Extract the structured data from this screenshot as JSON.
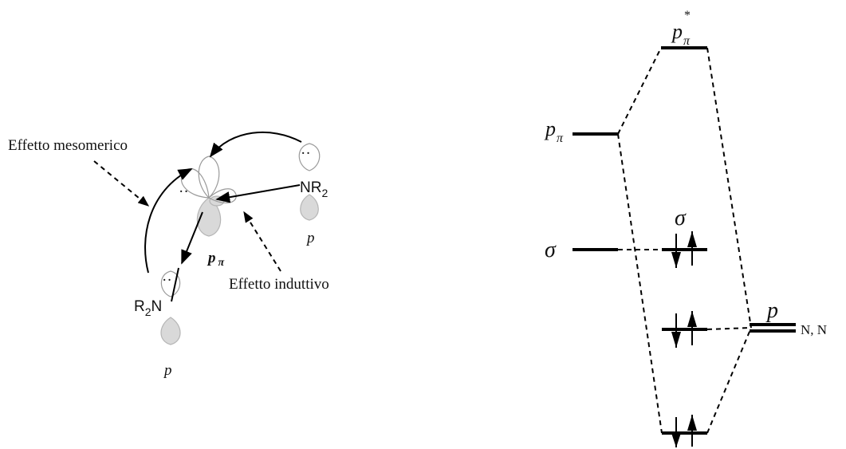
{
  "left_structure": {
    "label_mesomeric": "Effetto mesomerico",
    "label_inductive": "Effetto induttivo",
    "group_top_right": "NR",
    "group_top_right_sub": "2",
    "group_bottom_left_prefix": "R",
    "group_bottom_left_sub": "2",
    "group_bottom_left_atom": "N",
    "orbital_center_label": "p",
    "orbital_center_sub": "π",
    "orbital_right_label": "p",
    "orbital_bottom_label": "p",
    "lone_pair": "··"
  },
  "mo_diagram": {
    "level_pi_star": "p",
    "level_pi_star_sub": "π",
    "level_pi_star_sup": "*",
    "level_pi": "p",
    "level_pi_sub": "π",
    "level_sigma_left": "σ",
    "level_sigma_center": "σ",
    "level_p_right": "p",
    "label_atoms": "N, N"
  }
}
